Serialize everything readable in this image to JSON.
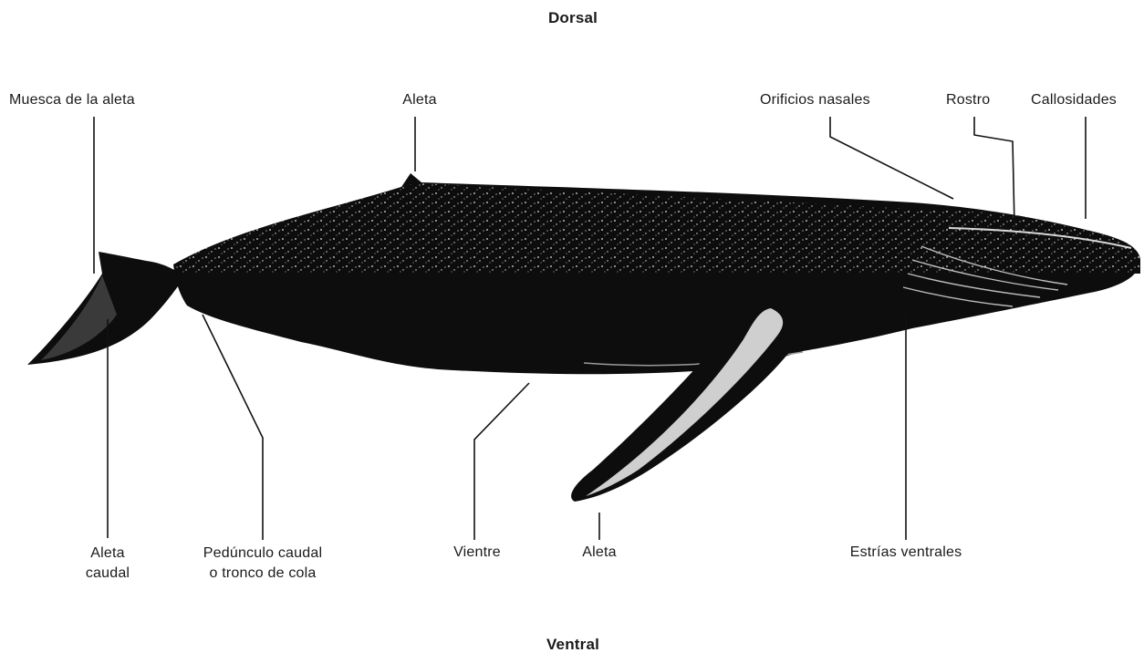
{
  "headings": {
    "dorsal": "Dorsal",
    "ventral": "Ventral"
  },
  "labels": {
    "muesca": "Muesca de la aleta",
    "aleta_dorsal": "Aleta",
    "orificios": "Orificios nasales",
    "rostro": "Rostro",
    "callosidades": "Callosidades",
    "aleta_caudal_1": "Aleta",
    "aleta_caudal_2": "caudal",
    "pedunculo_1": "Pedúnculo caudal",
    "pedunculo_2": "o tronco de cola",
    "vientre": "Vientre",
    "aleta_pectoral": "Aleta",
    "estrias": "Estrías ventrales"
  },
  "colors": {
    "body": "#0d0d0d",
    "skin_spots": "#e6e6e6",
    "leader_line": "#111111"
  }
}
